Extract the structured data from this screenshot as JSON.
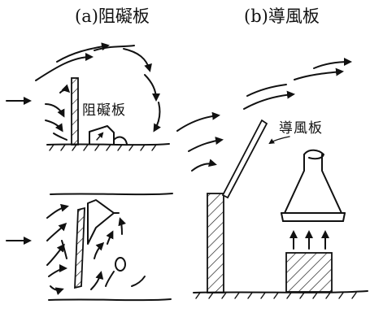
{
  "panels": {
    "a": {
      "title": "(a)阻礙板",
      "label": "阻礙板"
    },
    "b": {
      "title": "(b)導風板",
      "label": "導風板"
    }
  }
}
